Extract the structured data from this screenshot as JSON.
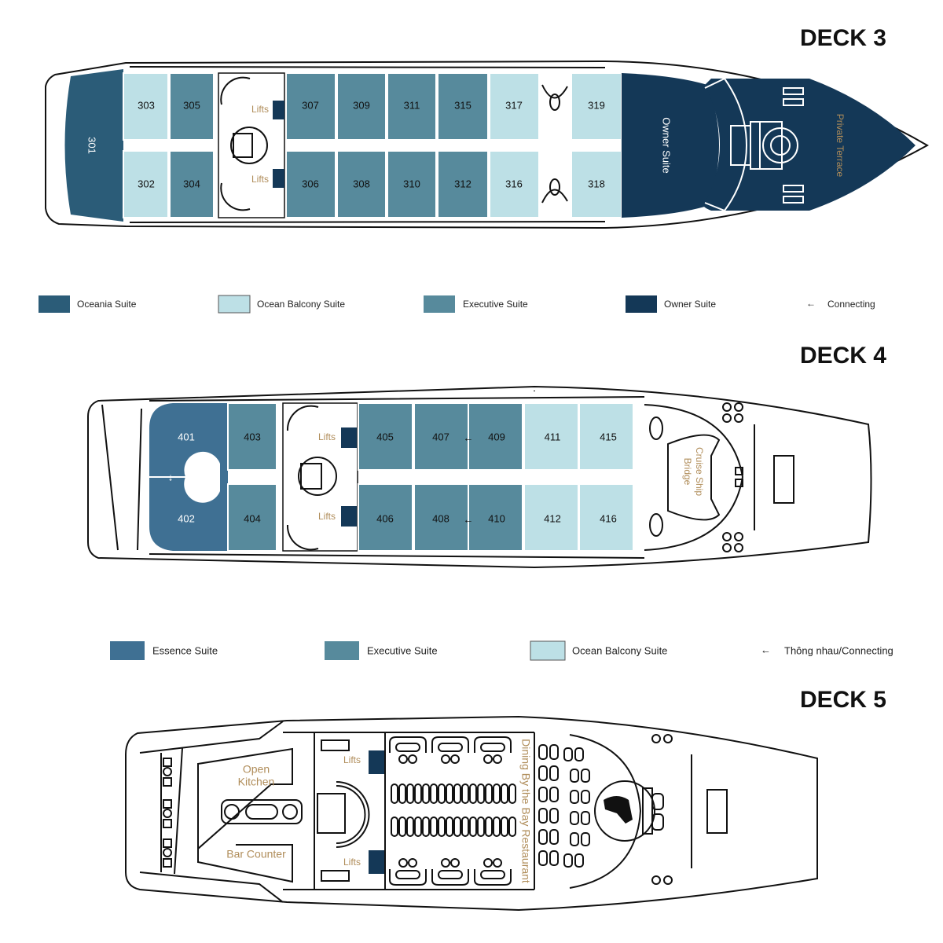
{
  "colors": {
    "oceania_suite": "#2b5c78",
    "ocean_balcony_suite": "#bde0e6",
    "executive_suite": "#578a9c",
    "owner_suite": "#143857",
    "essence_suite": "#3f7093",
    "label_gold": "#b08d5a"
  },
  "deck3": {
    "title": "DECK 3",
    "cabins": {
      "c301": "301",
      "c302": "302",
      "c303": "303",
      "c304": "304",
      "c305": "305",
      "c306": "306",
      "c307": "307",
      "c308": "308",
      "c309": "309",
      "c310": "310",
      "c311": "311",
      "c312": "312",
      "c315": "315",
      "c316": "316",
      "c317": "317",
      "c318": "318",
      "c319": "319"
    },
    "owner_suite": "Owner Suite",
    "private_terrace": "Private Terrace",
    "lifts_top": "Lifts",
    "lifts_bottom": "Lifts",
    "legend": {
      "oceania": "Oceania Suite",
      "balcony": "Ocean Balcony Suite",
      "executive": "Executive Suite",
      "owner": "Owner Suite",
      "connecting": "Connecting"
    }
  },
  "deck4": {
    "title": "DECK 4",
    "cabins": {
      "c401": "401",
      "c402": "402",
      "c403": "403",
      "c404": "404",
      "c405": "405",
      "c406": "406",
      "c407": "407",
      "c408": "408",
      "c409": "409",
      "c410": "410",
      "c411": "411",
      "c412": "412",
      "c415": "415",
      "c416": "416"
    },
    "lifts_top": "Lifts",
    "lifts_bottom": "Lifts",
    "bridge_line1": "Cruise Ship",
    "bridge_line2": "Bridge",
    "legend": {
      "essence": "Essence Suite",
      "executive": "Executive Suite",
      "balcony": "Ocean Balcony Suite",
      "connecting": "Thông nhau/Connecting"
    }
  },
  "deck5": {
    "title": "DECK 5",
    "open_kitchen_1": "Open",
    "open_kitchen_2": "Kitchen",
    "bar_counter": "Bar Counter",
    "lifts_top": "Lifts",
    "lifts_bottom": "Lifts",
    "restaurant": "Dining By the Bay Restaurant"
  }
}
